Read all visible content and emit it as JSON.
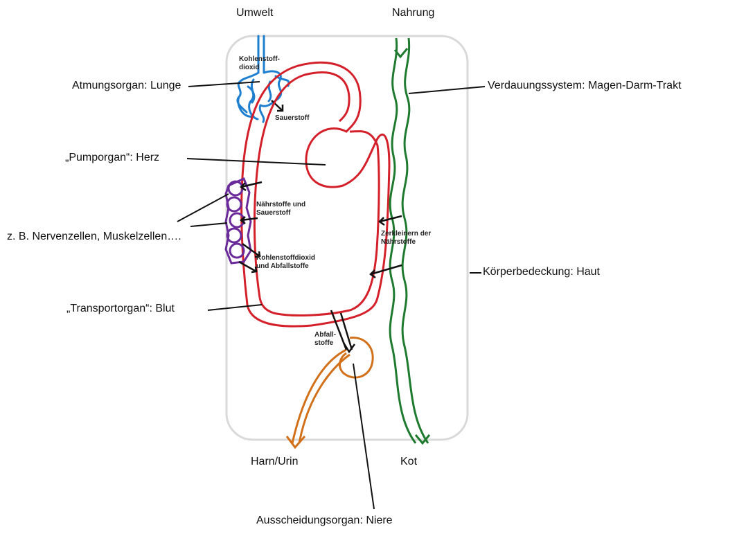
{
  "title_top_left": "Umwelt",
  "title_top_right": "Nahrung",
  "labels": {
    "atmung": "Atmungsorgan: Lunge",
    "pump": "„Pumporgan“: Herz",
    "zellen": "z. B. Nervenzellen, Muskelzellen….",
    "transport": "„Transportorgan“: Blut",
    "verdauung": "Verdauungssystem: Magen-Darm-Trakt",
    "haut": "Körperbedeckung: Haut",
    "harn": "Harn/Urin",
    "kot": "Kot",
    "niere": "Ausscheidungsorgan: Niere"
  },
  "small_labels": {
    "co2_top_1": "Kohlenstoff-",
    "co2_top_2": "dioxid",
    "o2": "Sauerstoff",
    "naehr_1": "Nährstoffe und",
    "naehr_2": "Sauerstoff",
    "co2_waste_1": "Kohlenstoffdioxid",
    "co2_waste_2": "und Abfallstoffe",
    "zerkl_1": "Zerkleinern der",
    "zerkl_2": "Nährstoffe",
    "abfall_1": "Abfall-",
    "abfall_2": "stoffe"
  },
  "colors": {
    "skin": "#d9d9d9",
    "lung": "#1e7fd0",
    "blood": "#d4202a",
    "cells": "#6a2a9a",
    "gut": "#1e7a2e",
    "kidney": "#d2701a"
  }
}
